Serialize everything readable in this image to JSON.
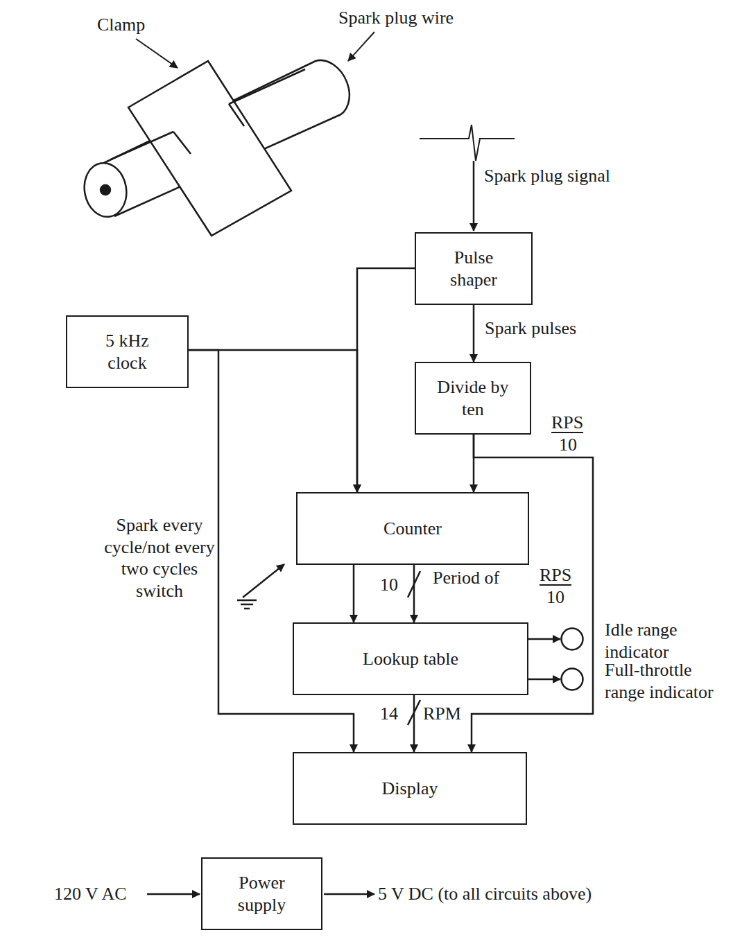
{
  "diagram": {
    "nodes": [
      {
        "text": [
          "Pulse shaper"
        ]
      },
      {
        "text": [
          "5 kHz clock"
        ]
      },
      {
        "text": [
          "Divide by ten"
        ]
      },
      {
        "text": [
          "Counter"
        ]
      },
      {
        "text": [
          "Lookup table"
        ]
      },
      {
        "text": [
          "Idle range indicator"
        ]
      },
      {
        "text": [
          "Full-throttle range indicator"
        ]
      },
      {
        "text": [
          "Display"
        ]
      },
      {
        "text": [
          "Power supply"
        ]
      }
    ],
    "edges": [
      {
        "from": 0,
        "to": 2,
        "arrow": "to",
        "label": "Spark pulses"
      },
      {
        "from": 0,
        "to": 3,
        "arrow": "to"
      },
      {
        "from": 1,
        "to": 3,
        "arrow": "to"
      },
      {
        "from": 1,
        "to": 7,
        "arrow": "to"
      },
      {
        "from": 2,
        "to": 3,
        "arrow": "to"
      },
      {
        "from": 2,
        "to": 7,
        "arrow": "to"
      },
      {
        "from": 3,
        "to": 4,
        "arrow": "to"
      },
      {
        "from": 3,
        "to": 4,
        "arrow": "to",
        "label": "10"
      },
      {
        "from": 4,
        "to": 5,
        "arrow": "to"
      },
      {
        "from": 4,
        "to": 6,
        "arrow": "to"
      },
      {
        "from": 4,
        "to": 7,
        "arrow": "to",
        "label": "14"
      }
    ],
    "labels": [
      "Clamp",
      "Spark plug wire",
      "Spark plug signal",
      "RPS",
      "10",
      "Spark every cycle/not every two cycles switch",
      "Period of",
      "RPS",
      "10",
      "RPM",
      "120 V AC",
      "5 V DC (to all circuits above)"
    ]
  }
}
